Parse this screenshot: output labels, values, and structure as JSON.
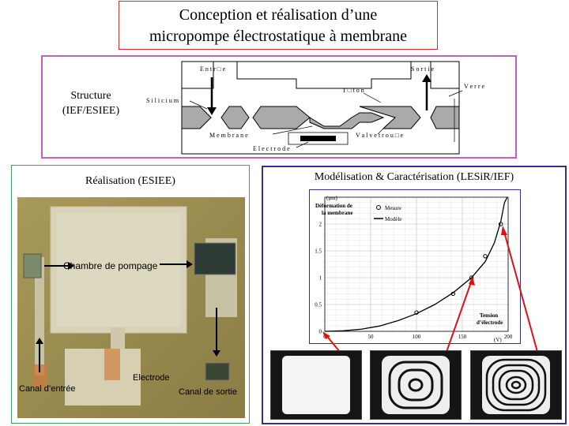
{
  "title": {
    "line1": "Conception et réalisation d’une",
    "line2": "micropompe électrostatique à membrane"
  },
  "structure": {
    "label_line1": "Structure",
    "label_line2": "(IEF/ESIEE)",
    "entree": "E n t r □ e",
    "sortie": "S o r t i e",
    "silicium": "S i l i c i u m",
    "teton": "T □ t o n",
    "verre": "V e r r e",
    "membrane": "M e m b r a n e",
    "valve": "V a l v e   t r o u □ e",
    "electrode": "E l e c t r o d e"
  },
  "realisation": {
    "title": "Réalisation (ESIEE)",
    "chamber": "Chambre de pompage",
    "electrode": "Electrode",
    "canal_entree": "Canal d’entrée",
    "canal_sortie": "Canal de sortie"
  },
  "modelisation": {
    "title": "Modélisation & Caractérisation (LESiR/IEF)",
    "deformation_line1": "Déformation de",
    "deformation_line2": "la membrane",
    "tension_line1": "Tension",
    "tension_line2": "d’électrode"
  },
  "chart_data": {
    "type": "scatter",
    "ylabel": "(μm)",
    "xlabel": "(V)",
    "xlim": [
      0,
      200
    ],
    "ylim": [
      0,
      2.5
    ],
    "x_ticks": [
      "0",
      "50",
      "100",
      "150",
      "200"
    ],
    "y_ticks": [
      "0",
      "0.5",
      "1",
      "1.5",
      "2"
    ],
    "legend": [
      "Mesure",
      "Modèle"
    ],
    "series": [
      {
        "name": "Mesure",
        "kind": "points",
        "x": [
          100,
          140,
          160,
          175,
          192
        ],
        "y": [
          0.35,
          0.7,
          1.0,
          1.4,
          2.0
        ]
      },
      {
        "name": "Modèle",
        "kind": "line",
        "x": [
          0,
          20,
          40,
          60,
          80,
          100,
          120,
          140,
          160,
          175,
          185,
          192,
          196,
          199
        ],
        "y": [
          0,
          0.01,
          0.04,
          0.1,
          0.2,
          0.33,
          0.5,
          0.72,
          1.0,
          1.3,
          1.65,
          2.05,
          2.4,
          2.5
        ]
      }
    ]
  },
  "colors": {
    "title_border": "#d03030",
    "structure_border": "#c060c0",
    "realisation_border": "#40a060",
    "model_border": "#303090",
    "arrow_red": "#e01010",
    "silicon_grey": "#aaaaaa"
  }
}
